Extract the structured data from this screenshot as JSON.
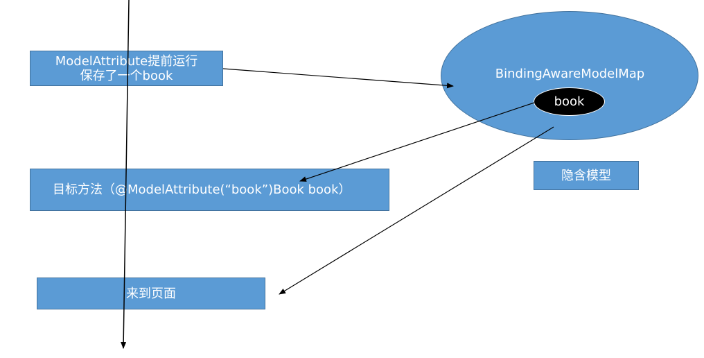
{
  "boxes": {
    "model_attribute": {
      "line1": "ModelAttribute提前运行",
      "line2": "保存了一个book"
    },
    "target_method": "目标方法（@ModelAttribute(“book”)Book book）",
    "to_page": "来到页面",
    "implicit_model": "隐含模型"
  },
  "map": {
    "label": "BindingAwareModelMap",
    "inner_label": "book"
  },
  "colors": {
    "box_fill": "#5b9bd5",
    "box_border": "#41719c",
    "inner_ellipse": "#000000",
    "arrow": "#000000"
  }
}
